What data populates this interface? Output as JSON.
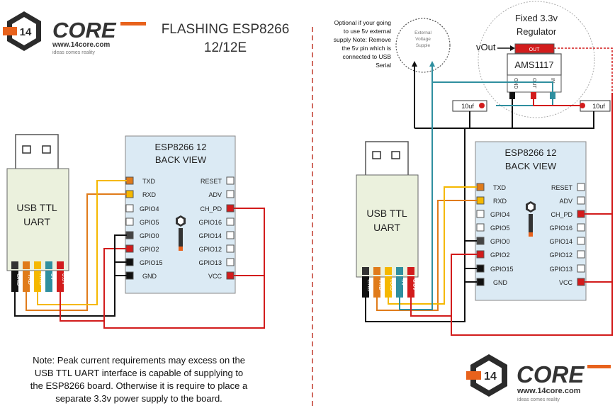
{
  "brand": {
    "name": "CORE",
    "mark": "14",
    "url": "www.14core.com",
    "tagline": "ideas comes reality"
  },
  "title": {
    "line1": "FLASHING ESP8266",
    "line2": "12/12E"
  },
  "usb_uart": {
    "label_line1": "USB TTL",
    "label_line2": "UART",
    "pins": [
      "GND",
      "TXD",
      "RXD",
      "5V",
      "3.3V"
    ]
  },
  "esp": {
    "title_line1": "ESP8266 12",
    "title_line2": "BACK VIEW",
    "left_pins": [
      "TXD",
      "RXD",
      "GPIO4",
      "GPIO5",
      "GPIO0",
      "GPIO2",
      "GPIO15",
      "GND"
    ],
    "right_pins": [
      "RESET",
      "ADV",
      "CH_PD",
      "GPIO16",
      "GPIO14",
      "GPIO12",
      "GPIO13",
      "VCC"
    ]
  },
  "regulator": {
    "title_line1": "Fixed 3.3v",
    "title_line2": "Regulator",
    "chip": "AMS1117",
    "out_tab": "OUT",
    "pins": [
      "GND",
      "OUT",
      "IN"
    ],
    "vout_label": "vOut",
    "cap_left": "10uf",
    "cap_right": "10uf"
  },
  "external_supply": {
    "label_line1": "External",
    "label_line2": "Voltage",
    "label_line3": "Supple"
  },
  "optional_note": [
    "Optional if your going",
    "to use 5v external",
    "supply  Note: Remove",
    "the 5v pin which is",
    "connected to USB",
    "Serial"
  ],
  "note": [
    "Note: Peak current requirements may excess on the",
    "USB TTL UART interface is capable of supplying to",
    "the ESP8266 board. Otherwise it is require to place a",
    "separate 3.3v power supply to the board."
  ],
  "colors": {
    "gnd": "#111111",
    "txd": "#e07b1a",
    "rxd": "#f5b800",
    "v5": "#2f8f9f",
    "v33": "#d21c1c",
    "esp_fill": "#dbeaf4",
    "usb_fill": "#ebf1dd"
  }
}
